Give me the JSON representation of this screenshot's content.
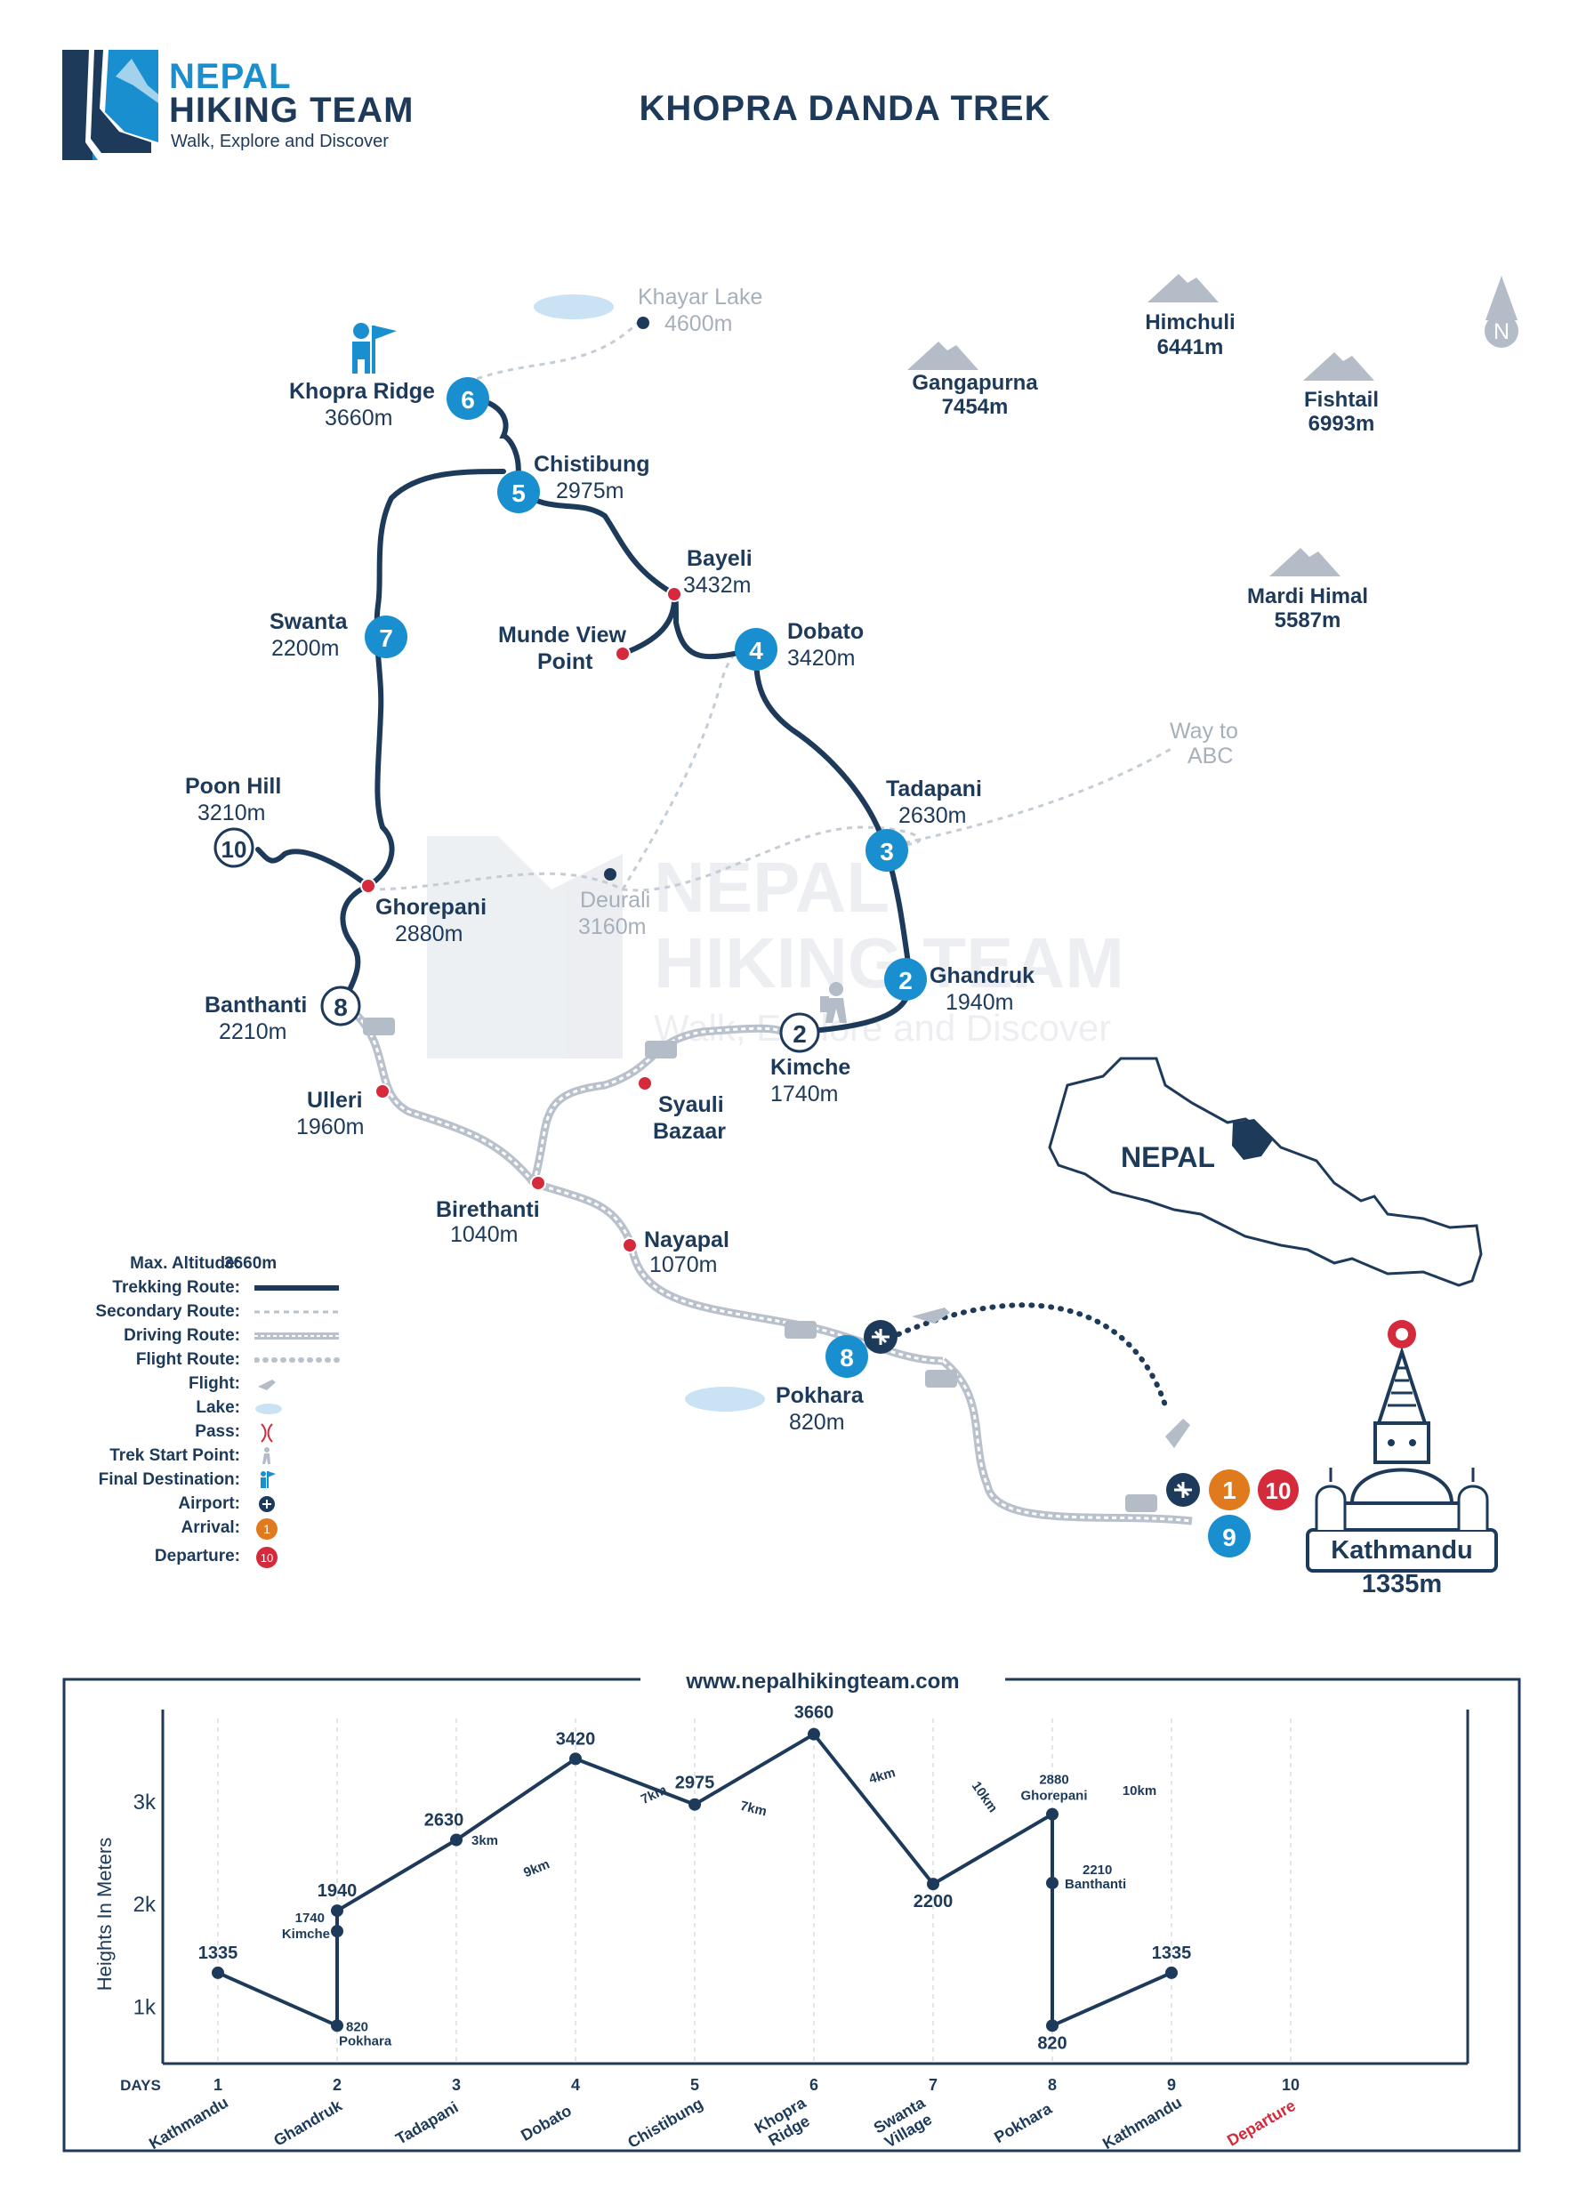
{
  "header": {
    "brand_line1": "NEPAL",
    "brand_line2": "HIKING TEAM",
    "brand_tagline": "Walk, Explore and Discover",
    "title": "KHOPRA DANDA TREK"
  },
  "colors": {
    "navy": "#1d3a5a",
    "blue": "#1a8fd0",
    "red": "#d42a3c",
    "orange": "#e07a1c",
    "gray_route": "#b8c1cc",
    "lake": "#c9e2f4"
  },
  "map": {
    "stops": [
      {
        "day": "2",
        "name": "Ghandruk",
        "altitude": "1940m"
      },
      {
        "day": "3",
        "name": "Tadapani",
        "altitude": "2630m"
      },
      {
        "day": "4",
        "name": "Dobato",
        "altitude": "3420m"
      },
      {
        "day": "5",
        "name": "Chistibung",
        "altitude": "2975m"
      },
      {
        "day": "6",
        "name": "Khopra Ridge",
        "altitude": "3660m"
      },
      {
        "day": "7",
        "name": "Swanta",
        "altitude": "2200m"
      },
      {
        "day": "8",
        "name": "Pokhara",
        "altitude": "820m"
      },
      {
        "day": "9",
        "name": "",
        "altitude": ""
      }
    ],
    "outline_stops": [
      {
        "day": "2",
        "name": "Kimche",
        "altitude": "1740m"
      },
      {
        "day": "8",
        "name": "Banthanti",
        "altitude": "2210m"
      },
      {
        "day": "10",
        "name": "Poon Hill",
        "altitude": "3210m"
      }
    ],
    "waypoints": [
      {
        "name": "Bayeli",
        "altitude": "3432m"
      },
      {
        "name": "Munde View",
        "name2": "Point"
      },
      {
        "name": "Ghorepani",
        "altitude": "2880m"
      },
      {
        "name": "Ulleri",
        "altitude": "1960m"
      },
      {
        "name": "Syauli",
        "name2": "Bazaar"
      },
      {
        "name": "Birethanti",
        "altitude": "1040m"
      },
      {
        "name": "Nayapal",
        "altitude": "1070m"
      }
    ],
    "side_places": [
      {
        "name": "Khayar Lake",
        "altitude": "4600m"
      },
      {
        "name": "Deurali",
        "altitude": "3160m"
      },
      {
        "name": "Way to",
        "altitude": "ABC"
      }
    ],
    "mountains": [
      {
        "name": "Himchuli",
        "altitude": "6441m"
      },
      {
        "name": "Gangapurna",
        "altitude": "7454m"
      },
      {
        "name": "Fishtail",
        "altitude": "6993m"
      },
      {
        "name": "Mardi Himal",
        "altitude": "5587m"
      }
    ],
    "kathmandu": {
      "name": "Kathmandu",
      "altitude": "1335m",
      "arrival": "1",
      "departure": "10"
    },
    "country": "NEPAL",
    "compass": "N",
    "watermark": {
      "line1": "NEPAL",
      "line2": "HIKING TEAM",
      "line3": "Walk, Explore and Discover"
    }
  },
  "legend": {
    "max_altitude_label": "Max. Altitude:",
    "max_altitude_value": "3660m",
    "items": [
      {
        "label": "Trekking Route:",
        "icon": "trekking-route"
      },
      {
        "label": "Secondary Route:",
        "icon": "secondary-route"
      },
      {
        "label": "Driving Route:",
        "icon": "driving-route"
      },
      {
        "label": "Flight Route:",
        "icon": "flight-route"
      },
      {
        "label": "Flight:",
        "icon": "plane-icon"
      },
      {
        "label": "Lake:",
        "icon": "lake-icon"
      },
      {
        "label": "Pass:",
        "icon": "pass-icon"
      },
      {
        "label": "Trek Start Point:",
        "icon": "hiker-icon"
      },
      {
        "label": "Final Destination:",
        "icon": "flag-person-icon"
      },
      {
        "label": "Airport:",
        "icon": "airport-icon"
      },
      {
        "label": "Arrival:",
        "icon": "arrival-badge",
        "badge": "1"
      },
      {
        "label": "Departure:",
        "icon": "departure-badge",
        "badge": "10"
      }
    ]
  },
  "chart_data": {
    "type": "line",
    "title": "www.nepalhikingteam.com",
    "ylabel": "Heights In Meters",
    "xlabel": "DAYS",
    "y_ticks": [
      "1k",
      "2k",
      "3k"
    ],
    "ylim": [
      450,
      3900
    ],
    "x_days": [
      "1",
      "2",
      "3",
      "4",
      "5",
      "6",
      "7",
      "8",
      "9",
      "10"
    ],
    "day_names": [
      "Kathmandu",
      "Ghandruk",
      "Tadapani",
      "Dobato",
      "Chistibung",
      "Khopra Ridge",
      "Swanta Village",
      "Pokhara",
      "Kathmandu",
      "Departure"
    ],
    "points": [
      {
        "x": 1,
        "y": 1335,
        "label": "1335"
      },
      {
        "x": 2,
        "y": 820,
        "label": "820",
        "sublabel": "Pokhara"
      },
      {
        "x": 2,
        "y": 1740,
        "label": "1740",
        "sublabel": "Kimche"
      },
      {
        "x": 2,
        "y": 1940,
        "label": "1940"
      },
      {
        "x": 3,
        "y": 2630,
        "label": "2630"
      },
      {
        "x": 4,
        "y": 3420,
        "label": "3420"
      },
      {
        "x": 5,
        "y": 2975,
        "label": "2975"
      },
      {
        "x": 6,
        "y": 3660,
        "label": "3660"
      },
      {
        "x": 7,
        "y": 2200,
        "label": "2200"
      },
      {
        "x": 8,
        "y": 2880,
        "label": "2880",
        "sublabel": "Ghorepani"
      },
      {
        "x": 8,
        "y": 2210,
        "label": "2210",
        "sublabel": "Banthanti"
      },
      {
        "x": 8,
        "y": 820,
        "label": "820"
      },
      {
        "x": 9,
        "y": 1335,
        "label": "1335"
      }
    ],
    "distances": [
      "3km",
      "9km",
      "7km",
      "7km",
      "4km",
      "10km",
      "10km"
    ]
  }
}
